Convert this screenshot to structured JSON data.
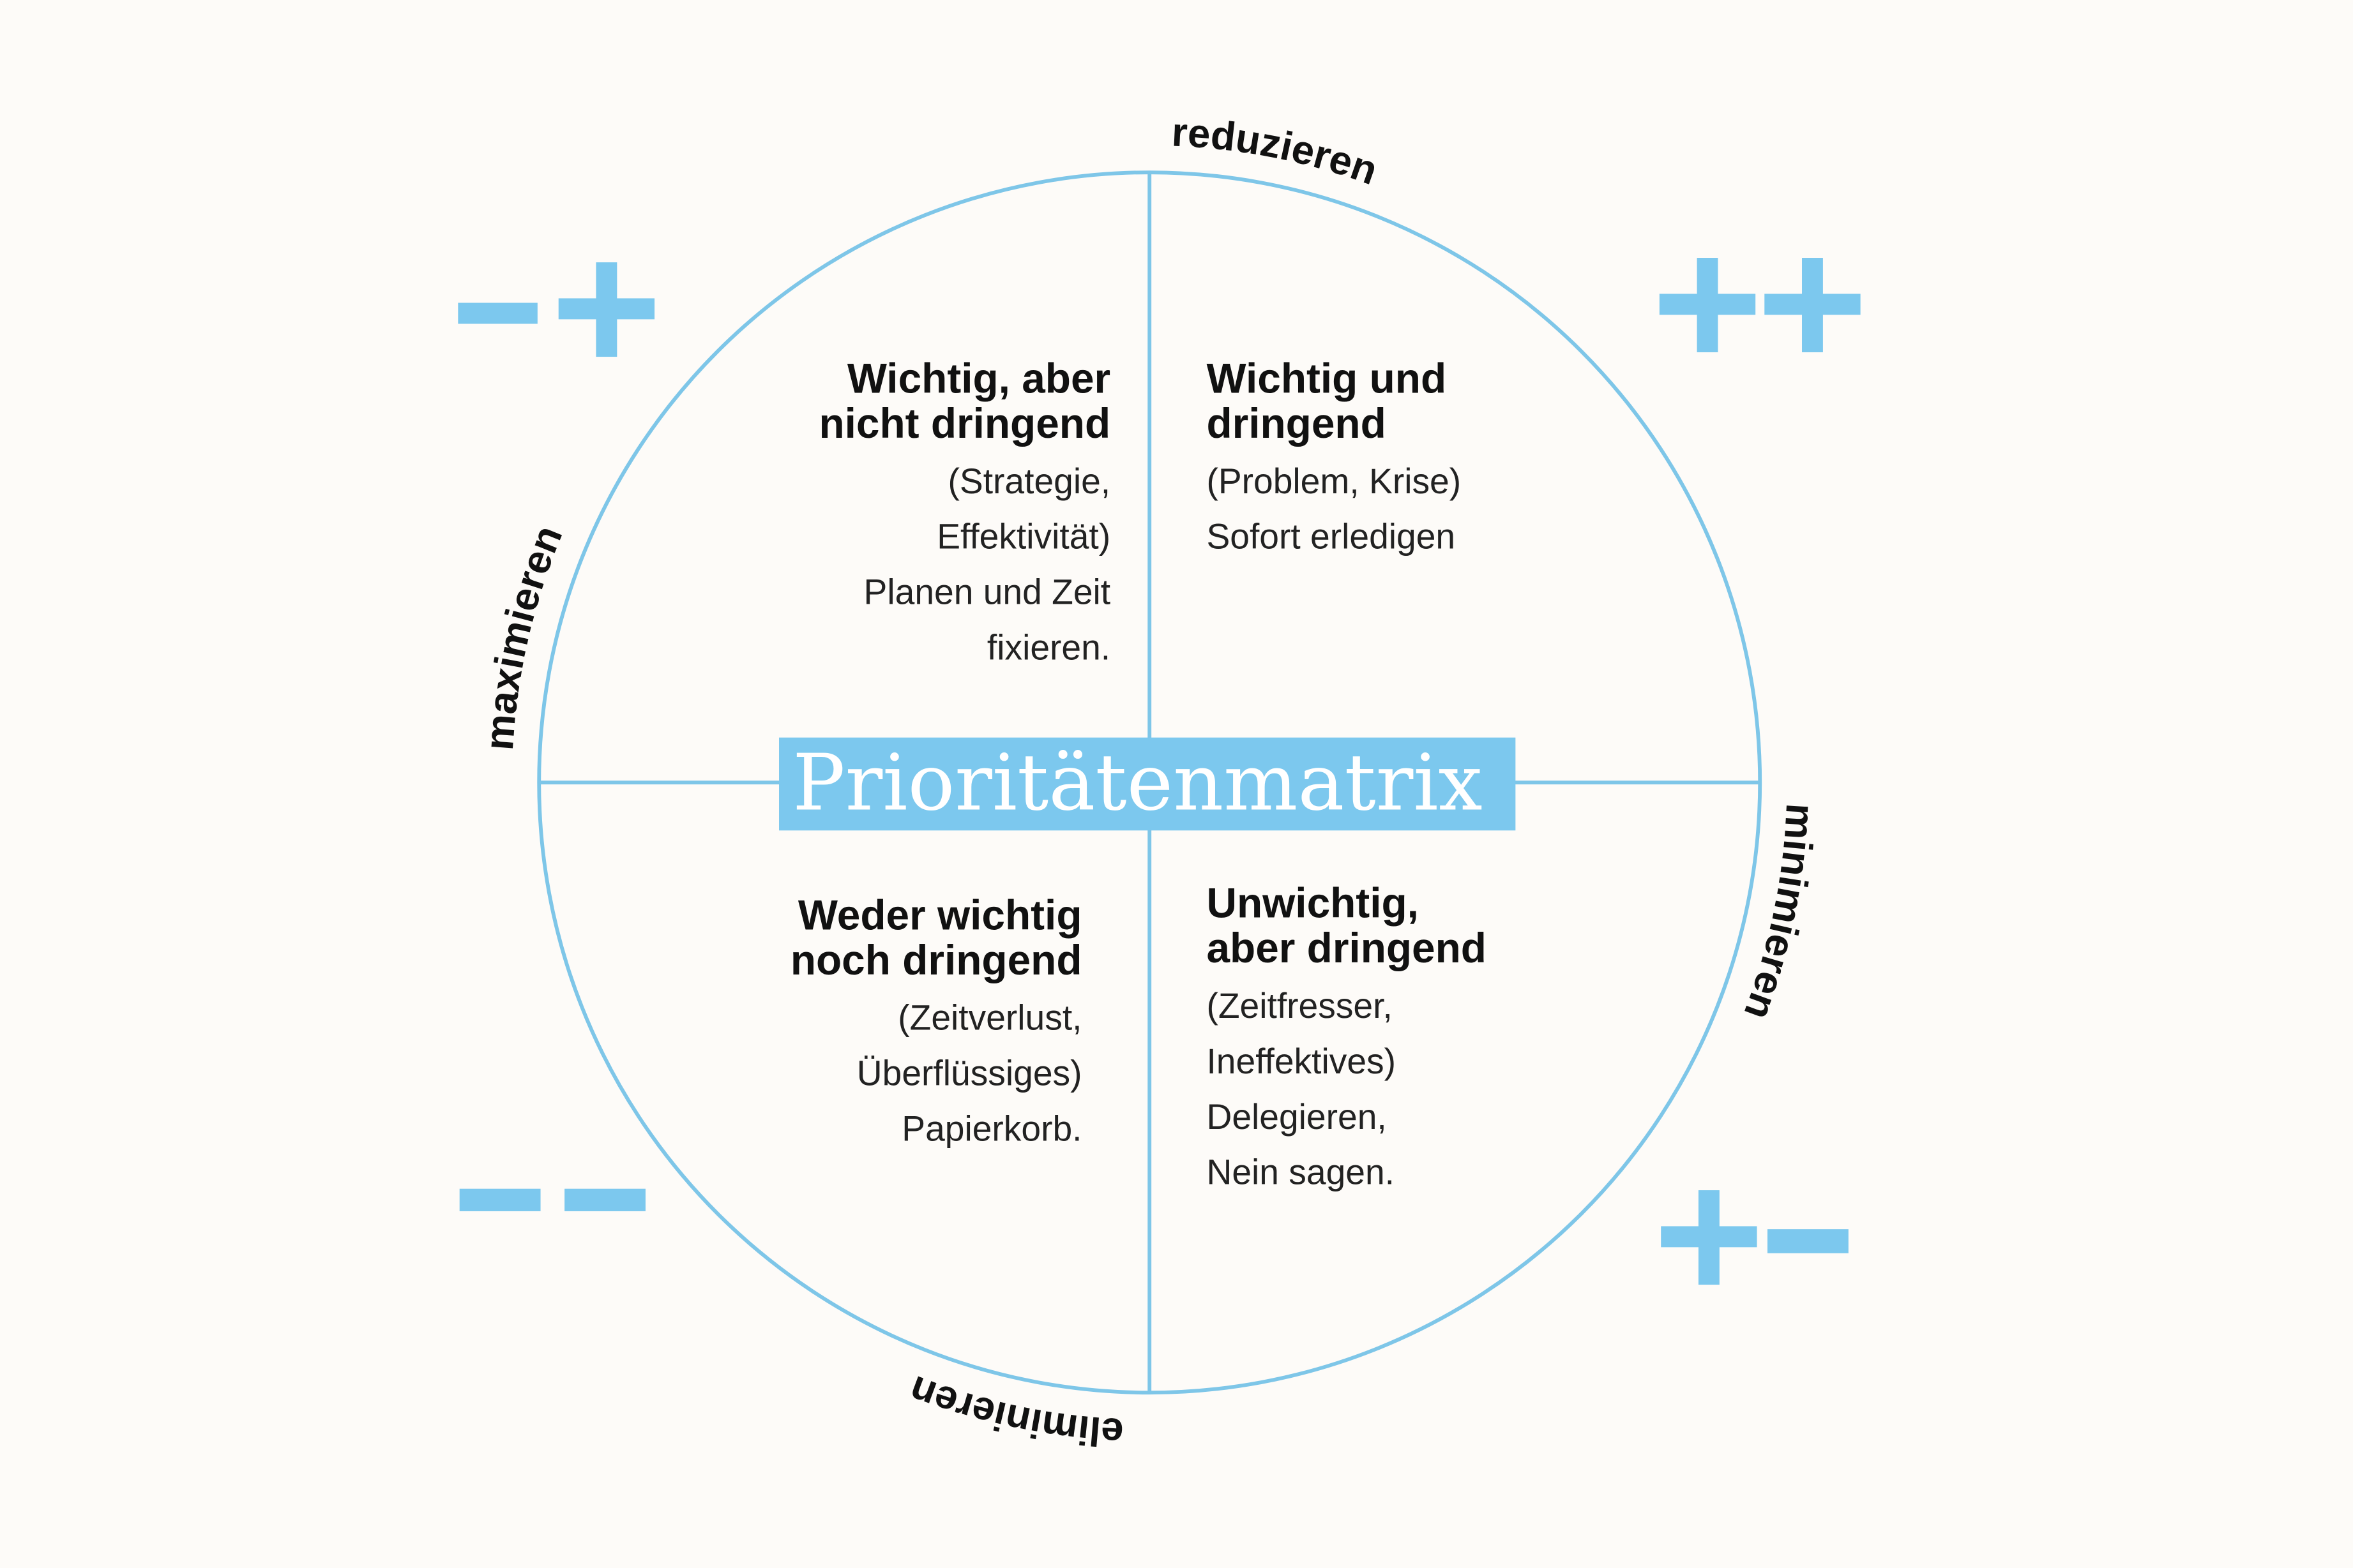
{
  "title": "Prioritätenmatrix",
  "colors": {
    "accent": "#7cc8ee",
    "line": "#7ec6e8",
    "background": "#fdfbf8",
    "text": "#111111"
  },
  "arc_labels": {
    "top": "reduzieren",
    "right": "minimieren",
    "bottom": "eliminieren",
    "left": "maximieren"
  },
  "corner_symbols": {
    "top_left": "−+",
    "top_right": "++",
    "bottom_left": "−−",
    "bottom_right": "+−"
  },
  "quadrants": {
    "top_left": {
      "title": [
        "Wichtig, aber",
        "nicht dringend"
      ],
      "body": [
        "(Strategie,",
        "Effektivität)",
        "Planen und Zeit",
        "fixieren."
      ]
    },
    "top_right": {
      "title": [
        "Wichtig und",
        "dringend"
      ],
      "body": [
        "(Problem, Krise)",
        "Sofort erledigen"
      ]
    },
    "bottom_left": {
      "title": [
        "Weder wichtig",
        "noch dringend"
      ],
      "body": [
        "(Zeitverlust,",
        "Überflüssiges)",
        "Papierkorb."
      ]
    },
    "bottom_right": {
      "title": [
        "Unwichtig,",
        "aber dringend"
      ],
      "body": [
        "(Zeitfresser,",
        "Ineffektives)",
        "Delegieren,",
        "Nein sagen."
      ]
    }
  }
}
